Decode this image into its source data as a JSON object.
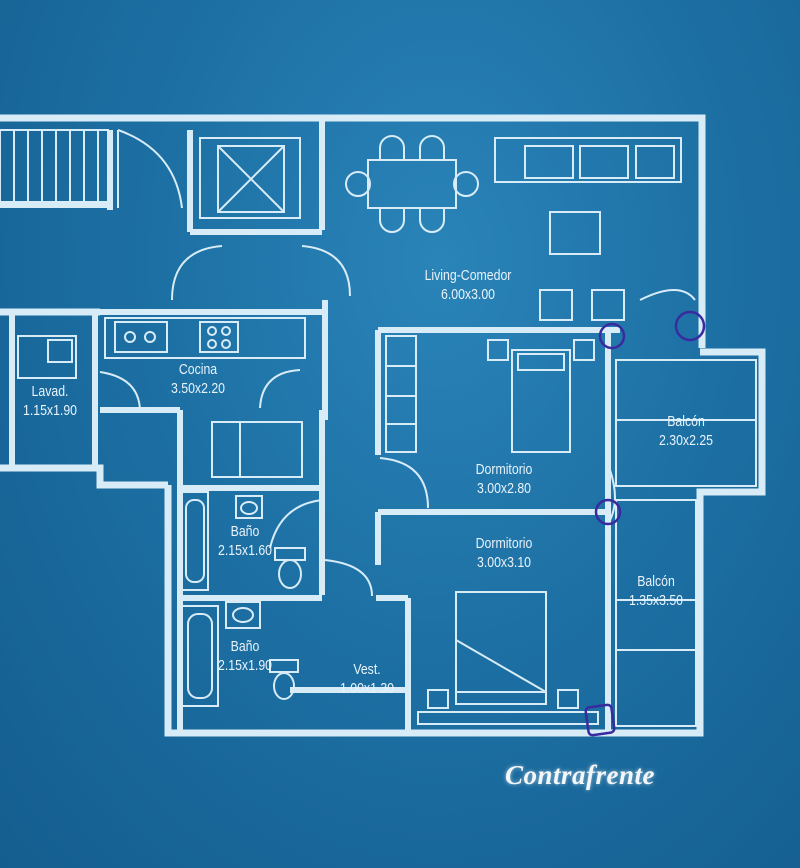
{
  "colors": {
    "background": "#1a6a9c",
    "lines": "#d7ecf7",
    "marker_circles": "#3a2aa0"
  },
  "rooms": {
    "living_comedor": {
      "name": "Living-Comedor",
      "size": "6.00x3.00"
    },
    "cocina": {
      "name": "Cocina",
      "size": "3.50x2.20"
    },
    "lavad": {
      "name": "Lavad.",
      "size": "1.15x1.90"
    },
    "dormitorio_1": {
      "name": "Dormitorio",
      "size": "3.00x2.80"
    },
    "dormitorio_2": {
      "name": "Dormitorio",
      "size": "3.00x3.10"
    },
    "balcon_1": {
      "name": "Balcón",
      "size": "2.30x2.25"
    },
    "balcon_2": {
      "name": "Balcón",
      "size": "1.35x3.50"
    },
    "bano_1": {
      "name": "Baño",
      "size": "2.15x1.60"
    },
    "bano_2": {
      "name": "Baño",
      "size": "2.15x1.90"
    },
    "vest": {
      "name": "Vest.",
      "size": "1.00x1.30"
    }
  },
  "caption": "Contrafrente",
  "icons": {
    "stairs": "stairs-icon",
    "elevator": "elevator-icon",
    "dining_table": "dining-table-icon",
    "sofa": "sofa-icon",
    "bed": "bed-icon",
    "bathtub": "bathtub-icon",
    "toilet": "toilet-icon",
    "sink": "sink-icon",
    "stove": "stove-icon",
    "marker_circle": "hand-drawn-circle-icon"
  }
}
